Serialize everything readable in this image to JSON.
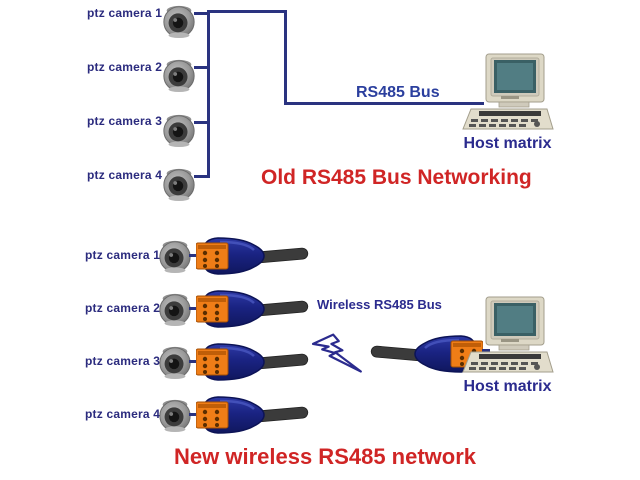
{
  "diagram": {
    "top": {
      "title": "Old RS485 Bus Networking",
      "bus_label": "RS485 Bus",
      "host_label": "Host matrix",
      "cameras": [
        "ptz camera 1",
        "ptz camera 2",
        "ptz camera 3",
        "ptz camera 4"
      ]
    },
    "bottom": {
      "title": "New wireless RS485 network",
      "bus_label": "Wireless RS485 Bus",
      "host_label": "Host matrix",
      "cameras": [
        "ptz camera 1",
        "ptz camera 2",
        "ptz camera 3",
        "ptz camera 4"
      ]
    },
    "colors": {
      "label_navy": "#2b2b7e",
      "bus_line_blue": "#2a3380",
      "bus_text_blue": "#2b3f9e",
      "title_red": "#d02525",
      "module_body_blue": "#1a2382",
      "terminal_orange": "#ef7d17",
      "antenna_gray": "#3b3b3b",
      "computer_beige": "#ddd8c6",
      "screen_teal": "#3a6065"
    }
  }
}
